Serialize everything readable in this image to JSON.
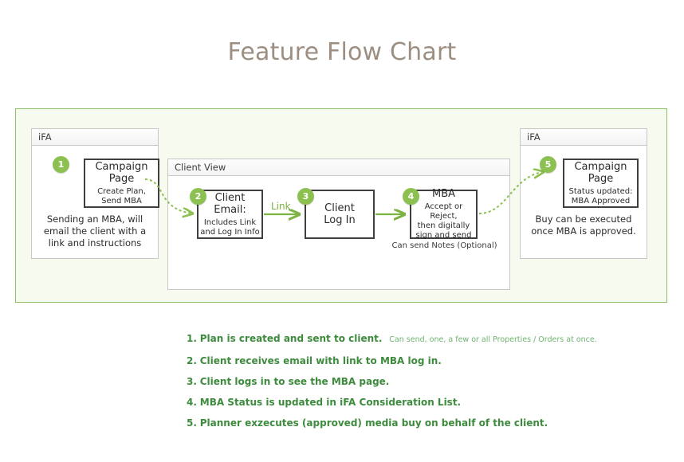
{
  "page": {
    "title": "Feature Flow Chart",
    "title_color": "#9c8f82",
    "background": "#ffffff"
  },
  "theme": {
    "accent_green": "#8cc152",
    "container_border": "#8cc063",
    "container_fill": "#f7faee",
    "arrow_green": "#7cb342",
    "legend_text": "#3d8b3d",
    "legend_note": "#6fb36f",
    "box_border": "#3f3f3f"
  },
  "flow": {
    "panels": [
      {
        "name": "panel-ifa-left",
        "header": "iFA"
      },
      {
        "name": "panel-client",
        "header": "Client View"
      },
      {
        "name": "panel-ifa-right",
        "header": "iFA"
      }
    ],
    "boxes": [
      {
        "badge": "1",
        "title_line1": "Campaign",
        "title_line2": "Page",
        "sub_line1": "Create Plan,",
        "sub_line2": "Send MBA"
      },
      {
        "badge": "2",
        "title_line1": "Client Email:",
        "title_line2": "",
        "sub_line1": "Includes Link",
        "sub_line2": "and Log In Info"
      },
      {
        "badge": "3",
        "title_line1": "Client",
        "title_line2": "Log In",
        "sub_line1": "",
        "sub_line2": ""
      },
      {
        "badge": "4",
        "title_line1": "MBA",
        "title_line2": "",
        "sub_line1": "Accept or Reject,",
        "sub_line2": "then digitally",
        "sub_line3": "sign and send"
      },
      {
        "badge": "5",
        "title_line1": "Campaign",
        "title_line2": "Page",
        "sub_line1": "Status updated:",
        "sub_line2": "MBA Approved"
      }
    ],
    "captions": {
      "left": "Sending an MBA, will email the client with a link and instructions",
      "right": "Buy can be executed once MBA is approved.",
      "notes": "Can send Notes (Optional)"
    },
    "link_label": "Link"
  },
  "legend": {
    "items": [
      {
        "number": "1.",
        "text": "Plan is created and sent to client.",
        "note": "Can send, one, a few or all Properties / Orders at once."
      },
      {
        "number": "2.",
        "text": "Client receives email with link to MBA log in.",
        "note": ""
      },
      {
        "number": "3.",
        "text": "Client logs in to see the MBA page.",
        "note": ""
      },
      {
        "number": "4.",
        "text": "MBA Status is updated in iFA Consideration List.",
        "note": ""
      },
      {
        "number": "5.",
        "text": "Planner exzecutes (approved) media buy on behalf of the client.",
        "note": ""
      }
    ]
  }
}
